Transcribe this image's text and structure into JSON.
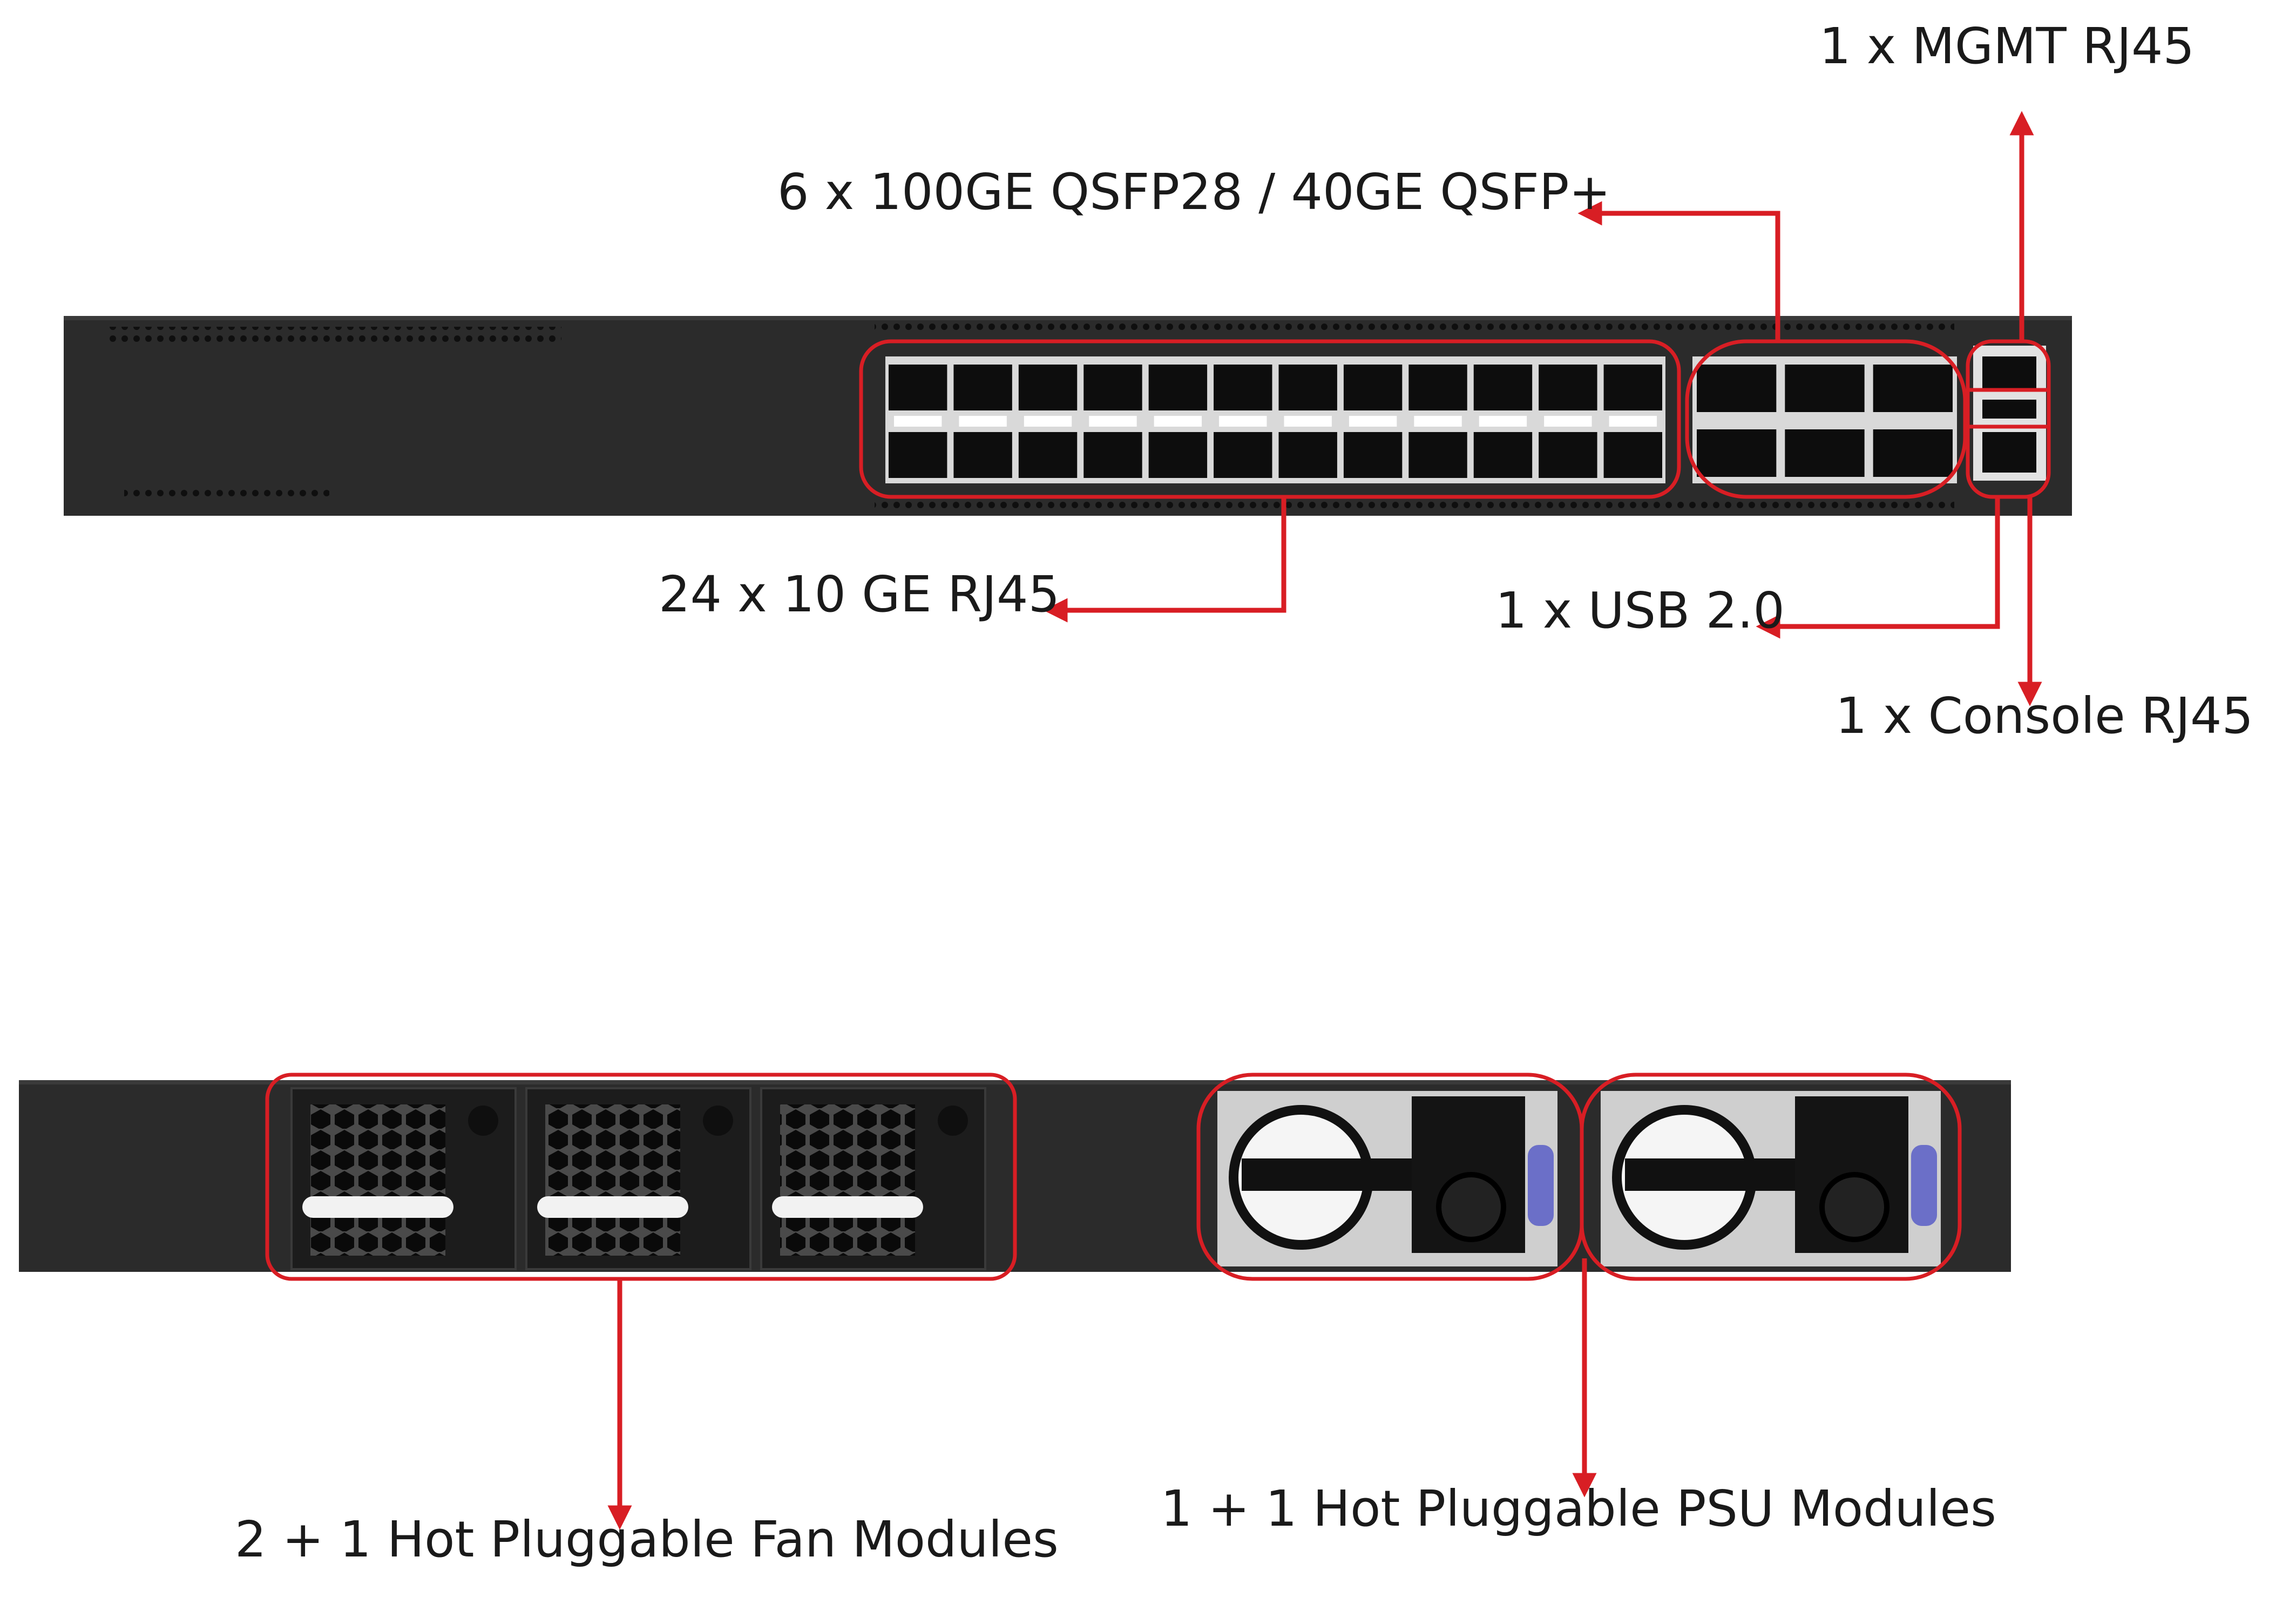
{
  "labels": {
    "mgmt": "1 x MGMT RJ45",
    "qsfp": "6 x 100GE QSFP28 / 40GE QSFP+",
    "rj45": "24 x 10 GE RJ45",
    "usb": "1 x USB 2.0",
    "console": "1 x Console RJ45",
    "fans": "2 + 1 Hot Pluggable Fan Modules",
    "psu": "1 + 1 Hot Pluggable PSU Modules"
  },
  "colors": {
    "accent": "#d81e24",
    "chassis": "#2a2a2a",
    "port": "#0d0d0d",
    "bracket": "#d9d9d9",
    "psu_tab": "#6b6fc8"
  },
  "front_panel": {
    "rj45_ports": 24,
    "qsfp_ports": 6,
    "mgmt_ports": 1,
    "usb_ports": 1,
    "console_ports": 1
  },
  "rear_panel": {
    "fan_modules": 3,
    "psu_modules": 2
  }
}
